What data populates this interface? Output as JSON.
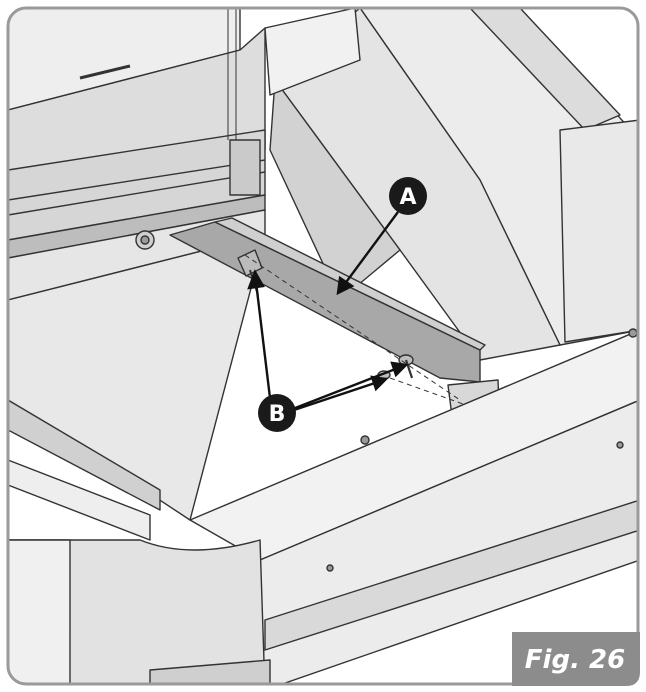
{
  "figure": {
    "label": "Fig. 26",
    "colors": {
      "background": "#ffffff",
      "frame": "#9a9a9a",
      "panel_light": "#f3f3f3",
      "panel_mid": "#e0e0e0",
      "panel_dark": "#c8c8c8",
      "bracket": "#a8a8a8",
      "outline": "#333333",
      "callout": "#1a1a1a",
      "badge": "#8c8c8c",
      "badge_text": "#ffffff"
    }
  },
  "callouts": {
    "a": {
      "label": "A"
    },
    "b": {
      "label": "B"
    }
  }
}
